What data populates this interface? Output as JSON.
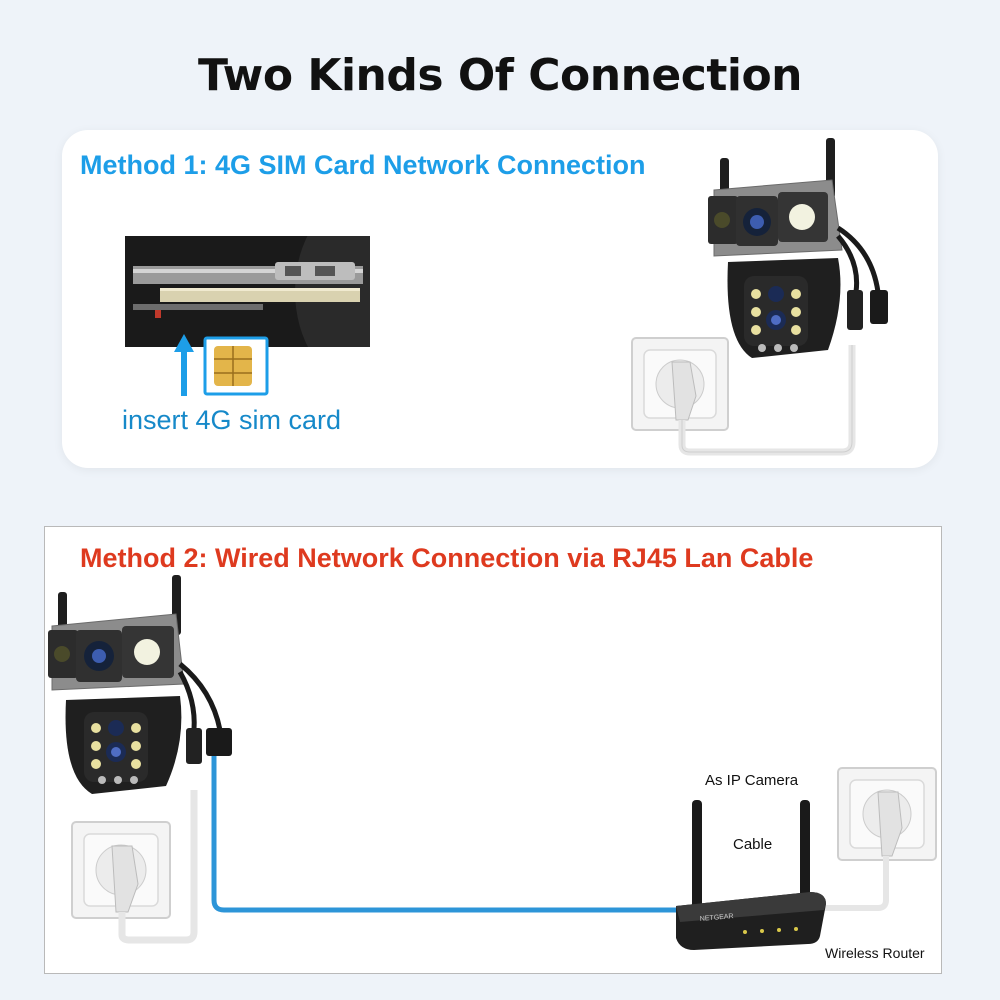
{
  "title": "Two Kinds Of Connection",
  "method1": {
    "heading": "Method 1: 4G SIM Card Network Connection",
    "caption": "insert 4G sim card",
    "accent": "#1d9ee8"
  },
  "method2": {
    "heading": "Method 2: Wired Network Connection via RJ45 Lan Cable",
    "accent": "#de3a1f",
    "labels": {
      "as_ip_camera": "As IP Camera",
      "cable": "Cable",
      "wireless_router": "Wireless Router"
    },
    "router_brand": "NETGEAR",
    "cable_color": "#2d95d8"
  }
}
